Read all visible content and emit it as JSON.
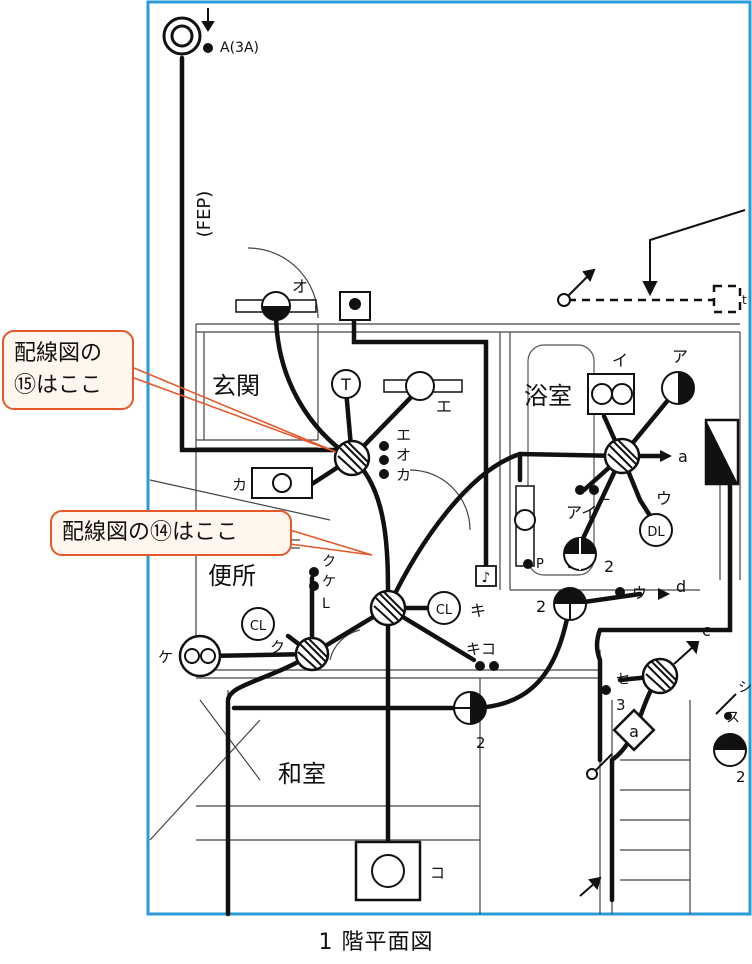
{
  "colors": {
    "frame": "#2a9bd6",
    "callout_border": "#e4582a",
    "callout_fill": "#fff6ee",
    "leader": "#e4582a",
    "ink": "#111111"
  },
  "callouts": [
    {
      "line1": "配線図の",
      "line2": "⑮はここ"
    },
    {
      "line1": "配線図の⑭はここ"
    }
  ],
  "rooms": {
    "genkan": "玄関",
    "yokushitsu": "浴室",
    "benjo": "便所",
    "washitsu": "和室"
  },
  "fep": "(FEP)",
  "service": "A(3A)",
  "labels": {
    "o_top": "オ",
    "e_fan": "エ",
    "eoka": [
      "エ",
      "オ",
      "カ"
    ],
    "ka": "カ",
    "i": "イ",
    "a_kana": "ア",
    "a_small": "a",
    "l_bath": "L",
    "ai": "アイ",
    "u": "ウ",
    "dl": "DL",
    "p": "P",
    "two_bath": "2",
    "two_left": "2",
    "u_d": "ウ",
    "d": "d",
    "c": "c",
    "se": "セ",
    "three": "3",
    "a_diamond": "a",
    "su": "ス",
    "two_right": "2",
    "shi": "シ",
    "t_small": "t",
    "kuke": [
      "ク",
      "ケ"
    ],
    "L_toilet": "L",
    "cl_toilet": "CL",
    "ku": "ク",
    "ke": "ケ",
    "cl_hall": "CL",
    "ki": "キ",
    "kiko": "キコ",
    "two_wa": "2",
    "ko": "コ",
    "T": "T"
  },
  "caption": "1 階平面図"
}
